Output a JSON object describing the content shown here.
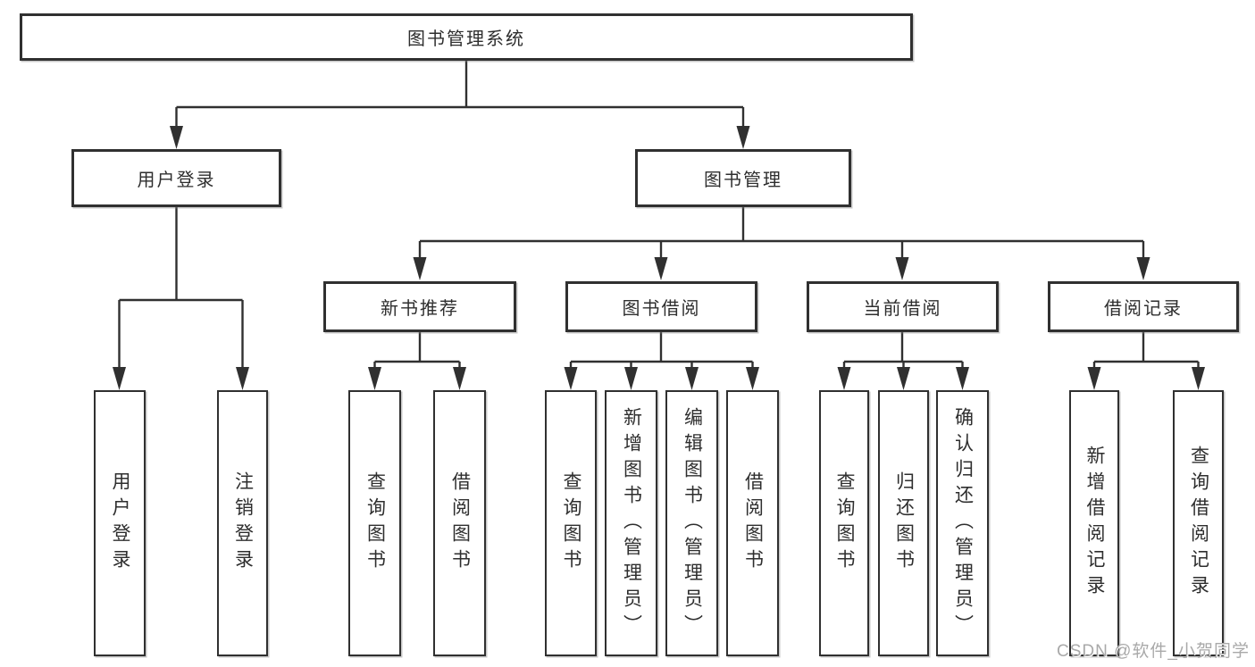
{
  "diagram": {
    "root": "图书管理系统",
    "login": {
      "label": "用户登录",
      "children": [
        "用户登录",
        "注销登录"
      ]
    },
    "mgmt": {
      "label": "图书管理",
      "groups": [
        {
          "label": "新书推荐",
          "children": [
            "查询图书",
            "借阅图书"
          ]
        },
        {
          "label": "图书借阅",
          "children": [
            "查询图书",
            "新增图书（管理员）",
            "编辑图书（管理员）",
            "借阅图书"
          ]
        },
        {
          "label": "当前借阅",
          "children": [
            "查询图书",
            "归还图书",
            "确认归还（管理员）"
          ]
        },
        {
          "label": "借阅记录",
          "children": [
            "新增借阅记录",
            "查询借阅记录"
          ]
        }
      ]
    }
  },
  "watermark": "CSDN @软件_小贺同学",
  "colors": {
    "line": "#303030",
    "text": "#2e2e2e",
    "background": "#ffffff",
    "watermark": "#a9a9a9"
  }
}
